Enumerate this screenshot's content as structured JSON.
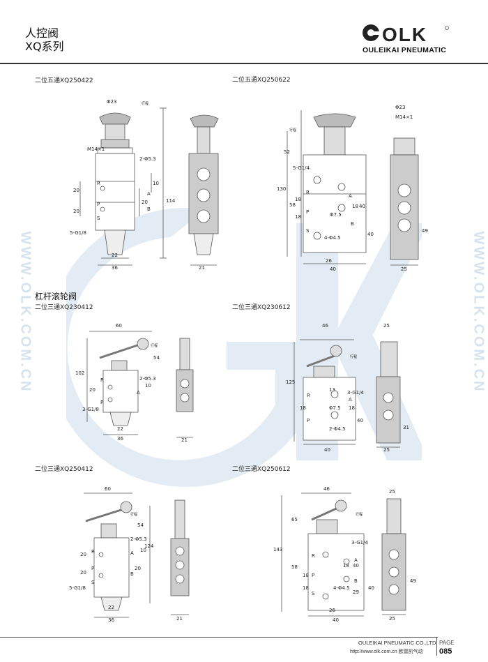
{
  "header": {
    "title_line1": "人控阀",
    "title_line2": "XQ系列",
    "brand": "OLK",
    "brand_subtitle": "OULEIKAI PNEUMATIC"
  },
  "watermark": {
    "text": "WWW.OLK.COM.CN"
  },
  "section_lever": "杠杆滚轮阀",
  "drawings": [
    {
      "model": "二位五通XQ250422",
      "dims": {
        "d_top": "Φ23",
        "thread": "M14×1",
        "holes": "2-Φ5.3",
        "port": "5-G1/8",
        "h1": "20",
        "h2": "20",
        "h3": "10",
        "h4": "20",
        "total": "114",
        "w1": "22",
        "w2": "36",
        "side_w": "21",
        "travel": "行程"
      },
      "ports": [
        "R",
        "P",
        "S",
        "A",
        "B"
      ]
    },
    {
      "model": "二位五通XQ250622",
      "dims": {
        "d_top": "Φ23",
        "thread": "M14×1",
        "port": "5-G1/4",
        "h1": "52",
        "total": "130",
        "h2": "58",
        "h3": "18",
        "h4": "18",
        "h5": "18",
        "h6": "40",
        "h7": "40",
        "hole_d": "Φ7.5",
        "mount": "4-Φ4.5",
        "w1": "26",
        "w2": "40",
        "side_w": "25",
        "side_h": "49",
        "travel": "行程"
      },
      "ports": [
        "R",
        "P",
        "S",
        "A",
        "B"
      ]
    },
    {
      "model": "二位三通XQ230412",
      "dims": {
        "w_top": "60",
        "h_top": "54",
        "total": "102",
        "holes": "2-Φ5.3",
        "h1": "20",
        "h2": "10",
        "port": "3-G1/8",
        "w1": "22",
        "w2": "36",
        "side_w": "21",
        "travel": "行程"
      },
      "ports": [
        "R",
        "P",
        "A"
      ]
    },
    {
      "model": "二位三通XQ230612",
      "dims": {
        "w_top": "46",
        "side_top": "25",
        "total": "125",
        "h1": "13",
        "port": "3-G1/4",
        "h2": "18",
        "hole_d": "Φ7.5",
        "mount": "2-Φ4.5",
        "h3": "40",
        "h4": "18",
        "w1": "40",
        "side_w": "25",
        "side_h": "31",
        "travel": "行程"
      },
      "ports": [
        "R",
        "P",
        "A"
      ]
    },
    {
      "model": "二位三通XQ250412",
      "dims": {
        "w_top": "60",
        "h_top": "54",
        "total": "124",
        "holes": "2-Φ5.3",
        "h1": "20",
        "h2": "20",
        "h3": "10",
        "h4": "20",
        "port": "5-G1/8",
        "w1": "22",
        "w2": "36",
        "side_w": "21",
        "travel": "行程"
      },
      "ports": [
        "R",
        "P",
        "S",
        "A",
        "B"
      ]
    },
    {
      "model": "二位三通XQ250612",
      "dims": {
        "w_top": "46",
        "side_top": "25",
        "h1": "65",
        "total": "143",
        "port": "3-G1/4",
        "h2": "58",
        "h3": "18",
        "h4": "18",
        "h5": "18",
        "h6": "40",
        "h7": "40",
        "h8": "29",
        "mount": "4-Φ4.5",
        "w1": "26",
        "w2": "40",
        "side_w": "25",
        "side_h": "49",
        "travel": "行程"
      },
      "ports": [
        "R",
        "P",
        "S",
        "A",
        "B"
      ]
    }
  ],
  "footer": {
    "company": "OULEIKAI PNEUMATIC CO.,LTD.",
    "website": "http://www.olk.com.cn  欧雷凯气动",
    "page_label": "PAGE",
    "page_number": "085"
  },
  "colors": {
    "watermark": "#d6e3ee",
    "rule": "#333333",
    "line": "#555555"
  }
}
